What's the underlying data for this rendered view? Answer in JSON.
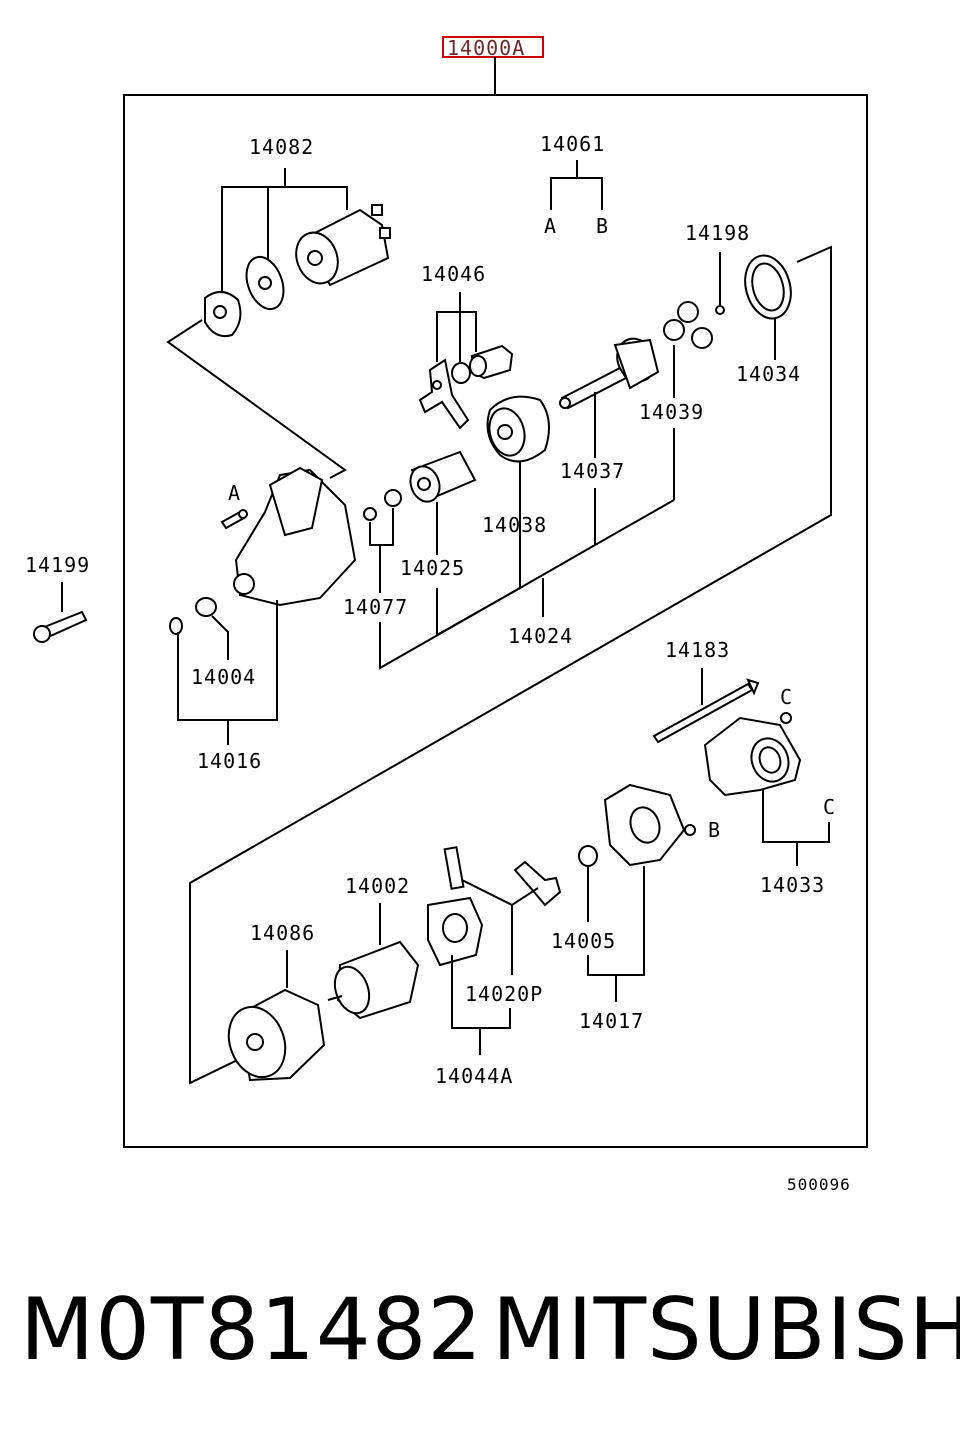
{
  "diagram": {
    "assembly_label": "14000A",
    "figure_number": "500096",
    "callouts": {
      "c14082": "14082",
      "c14061": "14061",
      "c14061_a": "A",
      "c14061_b": "B",
      "c14198": "14198",
      "c14046": "14046",
      "c14034": "14034",
      "c14039": "14039",
      "c14037": "14037",
      "c14038": "14038",
      "c14025": "14025",
      "c14077": "14077",
      "c14024": "14024",
      "c14199": "14199",
      "c14004": "14004",
      "c14016": "14016",
      "c14183": "14183",
      "c14033": "14033",
      "c14005": "14005",
      "c14017": "14017",
      "c14002": "14002",
      "c14086": "14086",
      "c14020p": "14020P",
      "c14044a": "14044A",
      "ref_a": "A",
      "ref_b": "B",
      "ref_c1": "C",
      "ref_c2": "C"
    }
  },
  "footer": {
    "part_number": "M0T81482",
    "brand": "MITSUBISHI"
  },
  "colors": {
    "highlight": "#cc0000",
    "ink": "#000000"
  }
}
